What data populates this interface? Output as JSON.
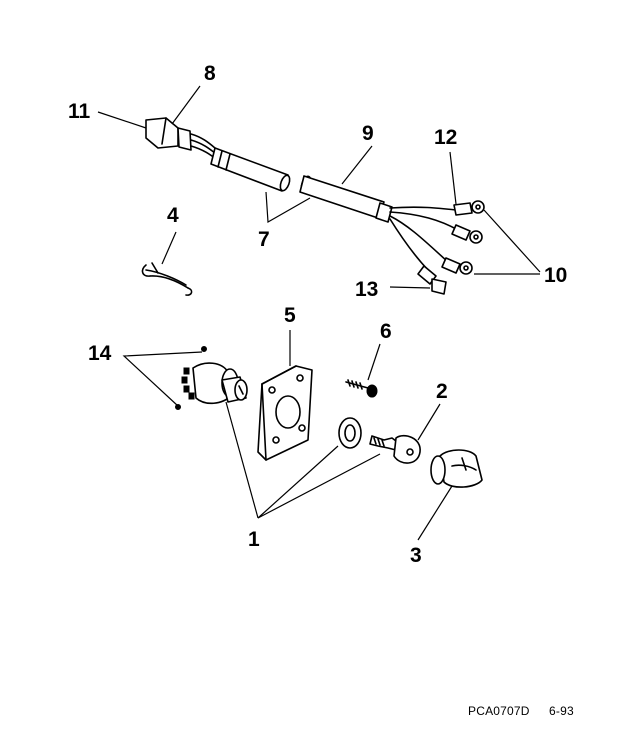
{
  "diagram": {
    "callouts": [
      {
        "id": "c1",
        "label": "1"
      },
      {
        "id": "c2",
        "label": "2"
      },
      {
        "id": "c3",
        "label": "3"
      },
      {
        "id": "c4",
        "label": "4"
      },
      {
        "id": "c5",
        "label": "5"
      },
      {
        "id": "c6",
        "label": "6"
      },
      {
        "id": "c7",
        "label": "7"
      },
      {
        "id": "c8",
        "label": "8"
      },
      {
        "id": "c9",
        "label": "9"
      },
      {
        "id": "c10",
        "label": "10"
      },
      {
        "id": "c11",
        "label": "11"
      },
      {
        "id": "c12",
        "label": "12"
      },
      {
        "id": "c13",
        "label": "13"
      },
      {
        "id": "c14",
        "label": "14"
      }
    ],
    "parts": [
      {
        "id": "ignition-switch",
        "icon": "ignition-switch-icon"
      },
      {
        "id": "key",
        "icon": "key-icon"
      },
      {
        "id": "boot",
        "icon": "boot-icon"
      },
      {
        "id": "clip",
        "icon": "clip-icon"
      },
      {
        "id": "plate",
        "icon": "mounting-plate-icon"
      },
      {
        "id": "screw",
        "icon": "screw-icon"
      },
      {
        "id": "harness",
        "icon": "wire-harness-icon"
      },
      {
        "id": "nut",
        "icon": "nut-icon"
      }
    ]
  },
  "footer": {
    "code": "PCA0707D",
    "date": "6-93"
  }
}
